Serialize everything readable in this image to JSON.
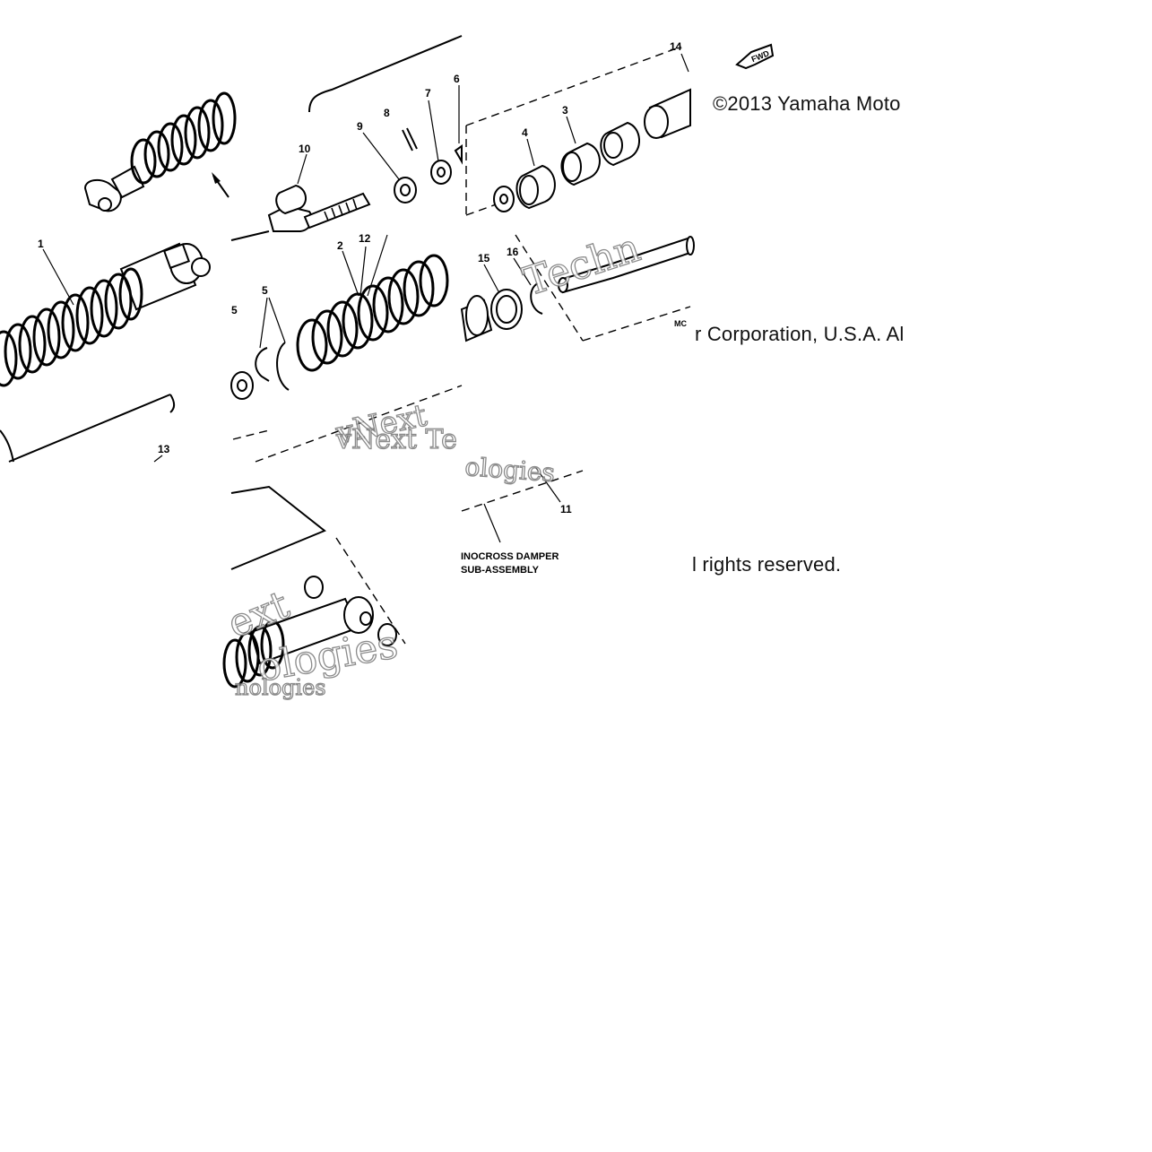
{
  "copyright": {
    "line1": "©2013 Yamaha Moto",
    "line2": "r Corporation, U.S.A. Al",
    "line3": "l rights reserved."
  },
  "diagram": {
    "fwd_badge": "FWD",
    "callouts": [
      "1",
      "2",
      "3",
      "4",
      "5",
      "6",
      "7",
      "8",
      "9",
      "10",
      "11",
      "12",
      "13",
      "14",
      "15",
      "16"
    ],
    "label_5_small": "5",
    "caption_line1": "INOCROSS DAMPER",
    "caption_line2": "SUB-ASSEMBLY",
    "mo_fragment": "MC"
  },
  "watermarks": [
    "vNext",
    "Techn",
    "vNext Te",
    "ologies",
    "ext",
    "ologies",
    "nologies"
  ]
}
